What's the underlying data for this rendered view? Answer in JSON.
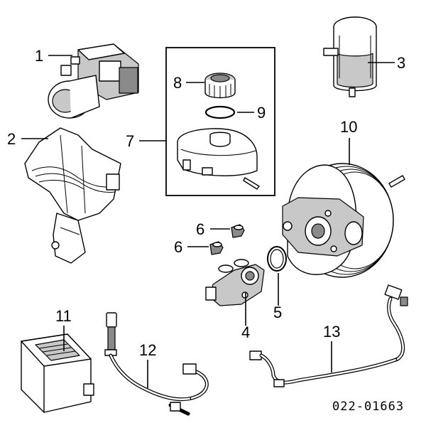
{
  "diagram": {
    "callouts": [
      {
        "id": "1",
        "label": "1"
      },
      {
        "id": "2",
        "label": "2"
      },
      {
        "id": "3",
        "label": "3"
      },
      {
        "id": "4",
        "label": "4"
      },
      {
        "id": "5",
        "label": "5"
      },
      {
        "id": "6a",
        "label": "6"
      },
      {
        "id": "6b",
        "label": "6"
      },
      {
        "id": "7",
        "label": "7"
      },
      {
        "id": "8",
        "label": "8"
      },
      {
        "id": "9",
        "label": "9"
      },
      {
        "id": "10",
        "label": "10"
      },
      {
        "id": "11",
        "label": "11"
      },
      {
        "id": "12",
        "label": "12"
      },
      {
        "id": "13",
        "label": "13"
      }
    ],
    "part_code": "022-01663"
  }
}
